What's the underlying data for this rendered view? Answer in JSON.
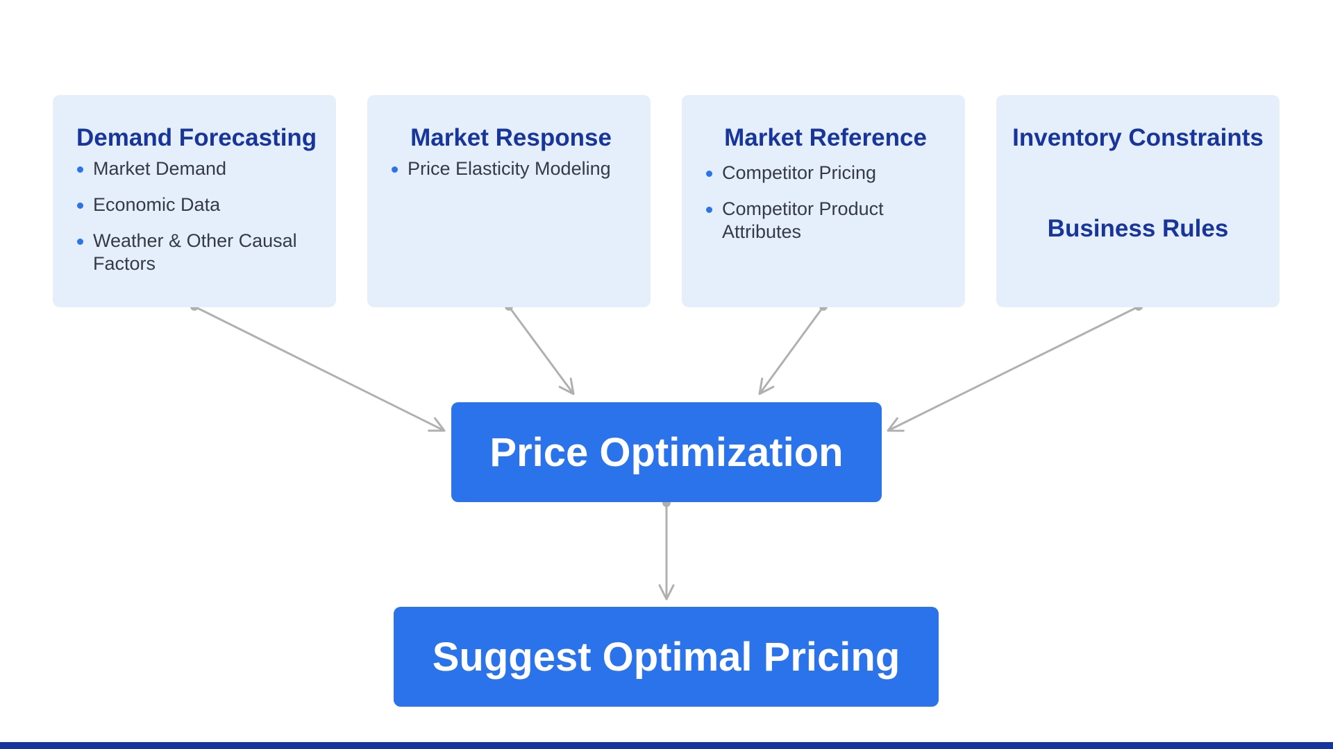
{
  "cards": [
    {
      "title": "Demand Forecasting",
      "items": [
        "Market Demand",
        "Economic Data",
        "Weather & Other Causal Factors"
      ]
    },
    {
      "title": "Market Response",
      "items": [
        "Price Elasticity Modeling"
      ]
    },
    {
      "title": "Market Reference",
      "items": [
        "Competitor Pricing",
        "Competitor Product Attributes"
      ]
    },
    {
      "title": "Inventory Constraints",
      "secondary_title": "Business Rules"
    }
  ],
  "process": {
    "optimization_label": "Price Optimization",
    "output_label": "Suggest Optimal Pricing"
  },
  "colors": {
    "card_background": "#e5effc",
    "heading": "#17359a",
    "accent": "#2a73ea",
    "connector": "#b0b0b0",
    "body_text": "#343a46"
  }
}
